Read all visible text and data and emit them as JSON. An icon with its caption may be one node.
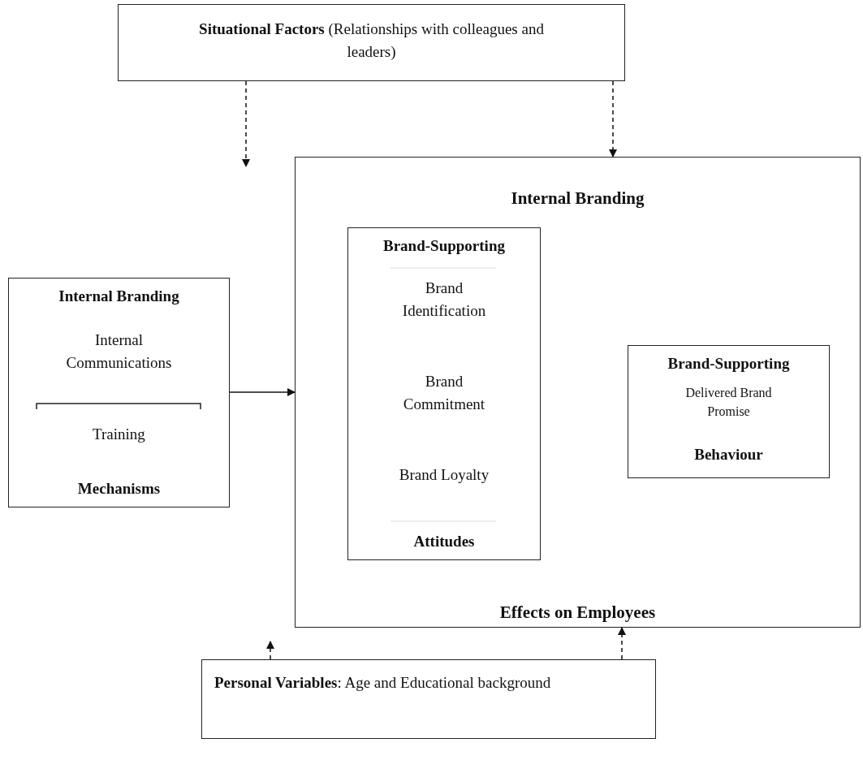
{
  "diagram": {
    "nodes": [
      {
        "text": [
          "**Situational Factors** (Relationships with colleagues and leaders)"
        ]
      },
      {
        "text": [
          "Internal Branding",
          "Internal Communications",
          "Training",
          "Mechanisms"
        ]
      },
      {
        "text": [
          "Internal Branding",
          "Effects on Employees"
        ]
      },
      {
        "text": [
          "Brand-Supporting",
          "Brand Identification",
          "Brand Commitment",
          "Brand Loyalty",
          "Attitudes"
        ],
        "in": 2
      },
      {
        "text": [
          "Brand-Supporting",
          "Delivered Brand Promise",
          "Behaviour"
        ],
        "in": 2
      },
      {
        "text": [
          "**Personal Variables**: Age and Educational background"
        ]
      }
    ],
    "edges": [
      {
        "from": 0,
        "to": null,
        "arrow": "to",
        "style": "dashed"
      },
      {
        "from": 0,
        "to": 2,
        "arrow": "to",
        "style": "dashed"
      },
      {
        "from": 1,
        "to": 2,
        "arrow": "to"
      },
      {
        "from": 5,
        "to": null,
        "arrow": "to",
        "style": "dashed"
      },
      {
        "from": 5,
        "to": 2,
        "arrow": "to",
        "style": "dashed"
      }
    ]
  }
}
